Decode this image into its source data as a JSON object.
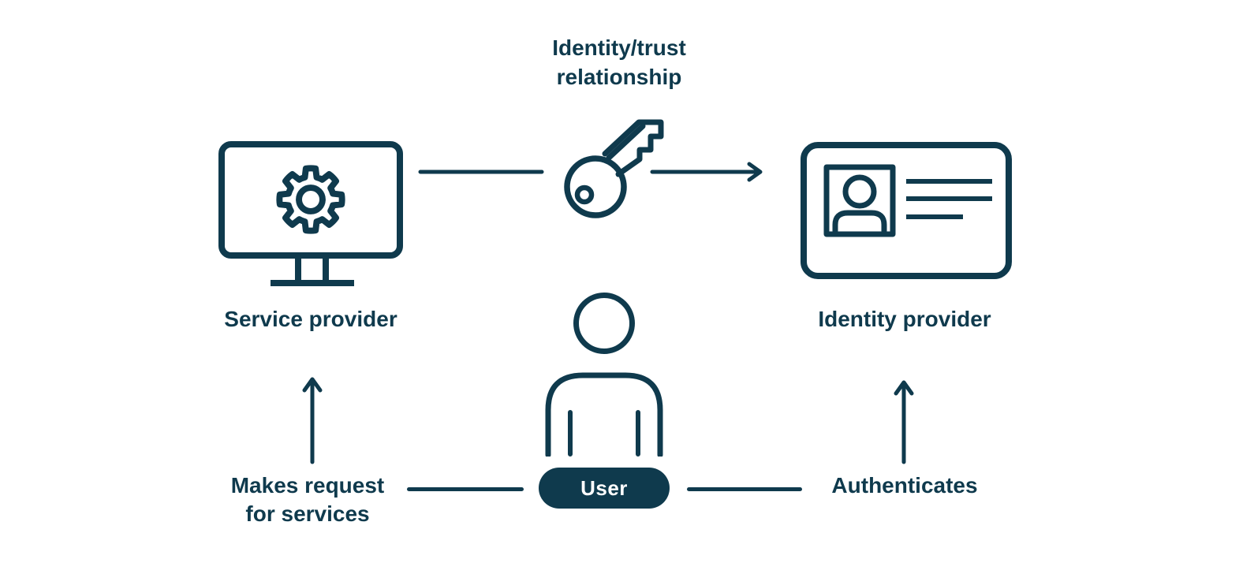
{
  "title": "Identity/trust\nrelationship",
  "nodes": {
    "service_provider": {
      "label": "Service provider",
      "icon": "monitor-gear-icon"
    },
    "identity_provider": {
      "label": "Identity provider",
      "icon": "id-card-icon"
    },
    "user": {
      "label": "User",
      "icon": "person-icon"
    },
    "trust_token": {
      "icon": "key-icon"
    }
  },
  "edges": {
    "makes_request_label": "Makes request\nfor services",
    "authenticates_label": "Authenticates"
  },
  "colors": {
    "ink": "#0F3A4D",
    "background": "#FFFFFF",
    "pill_fill": "#0F3A4D",
    "pill_text": "#FFFFFF"
  }
}
